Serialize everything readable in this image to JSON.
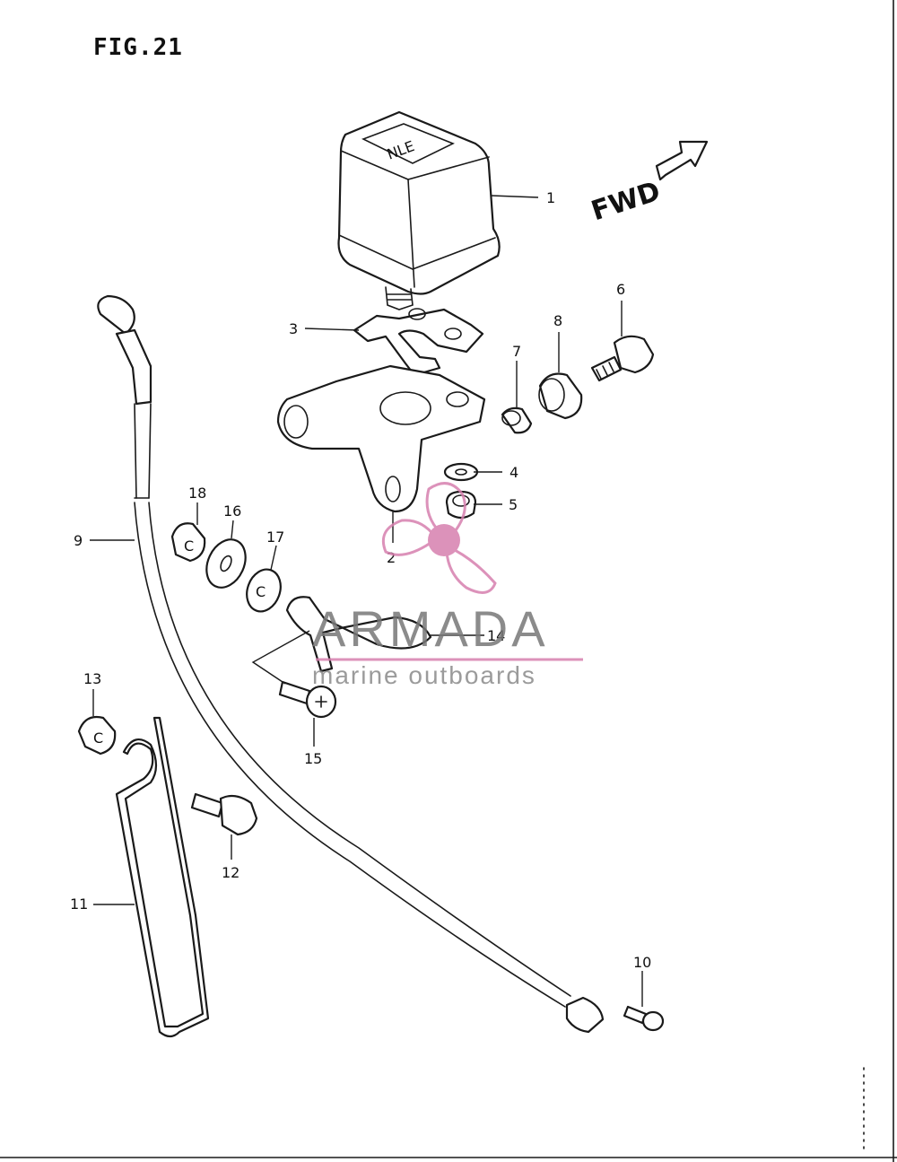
{
  "figure": {
    "title": "FIG.21"
  },
  "direction_label": "FWD",
  "watermark": {
    "brand": "ARMADA",
    "tagline": "marine outboards",
    "color": "#d77fae"
  },
  "callouts": [
    "1",
    "2",
    "3",
    "4",
    "5",
    "6",
    "7",
    "8",
    "9",
    "10",
    "11",
    "12",
    "13",
    "14",
    "15",
    "16",
    "17",
    "18"
  ]
}
